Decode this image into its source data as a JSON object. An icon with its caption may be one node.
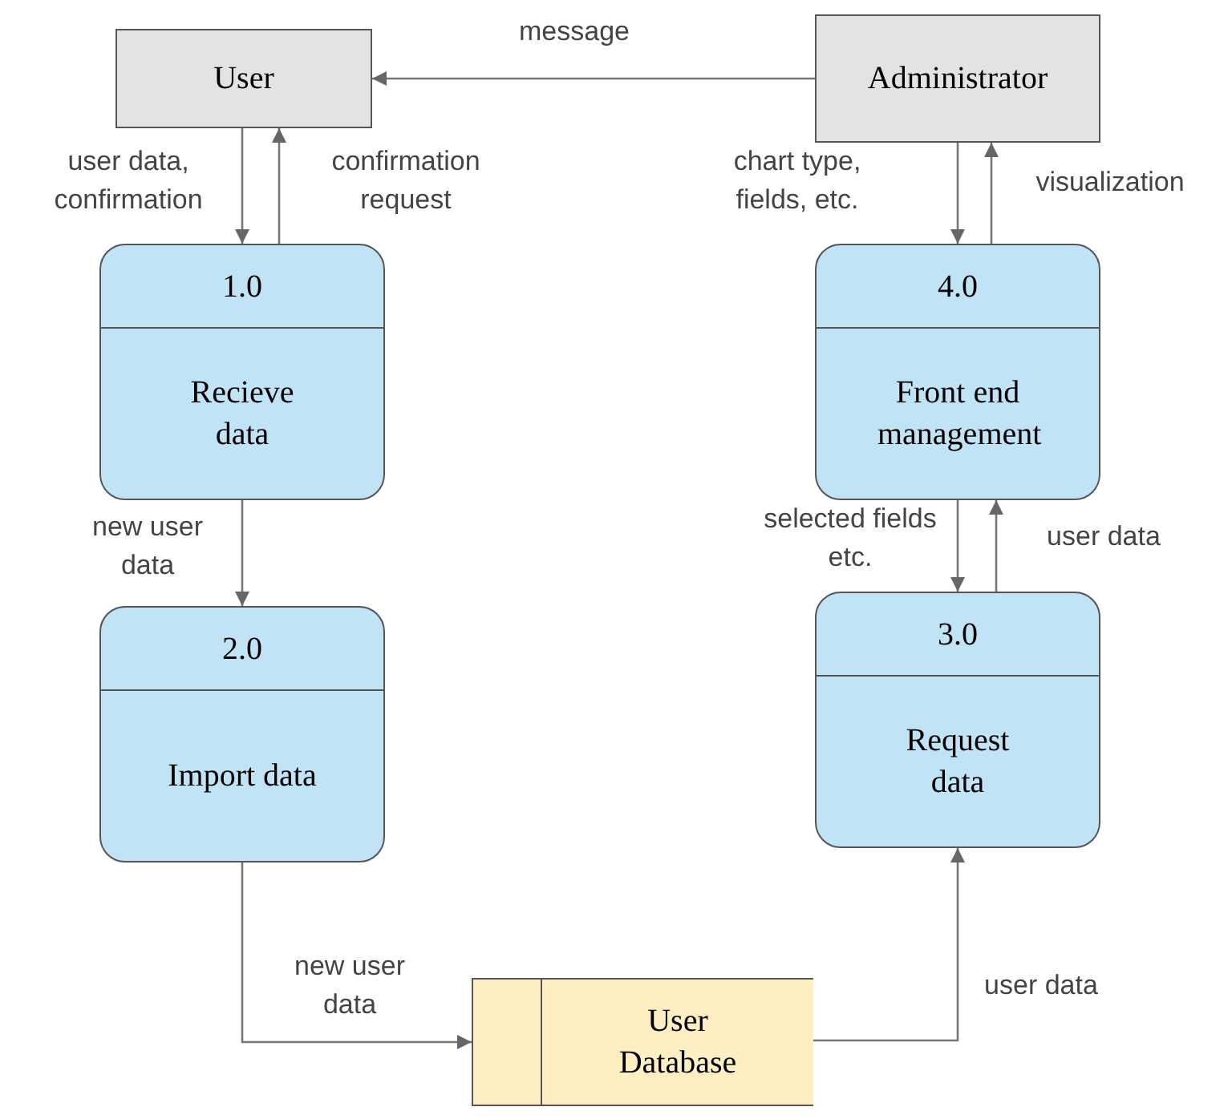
{
  "diagram": {
    "nodes": [
      {
        "text": [
          "User"
        ]
      },
      {
        "text": [
          "Administrator"
        ]
      },
      {
        "text": [
          "1.0",
          "Recieve data"
        ]
      },
      {
        "text": [
          "4.0",
          "Front end management"
        ]
      },
      {
        "text": [
          "2.0",
          "Import data"
        ]
      },
      {
        "text": [
          "3.0",
          "Request data"
        ]
      },
      {
        "text": [
          "User Database"
        ]
      }
    ],
    "edges": [
      {
        "from": 1,
        "to": 0,
        "arrow": "to",
        "label": "message"
      },
      {
        "from": 0,
        "to": 2,
        "arrow": "to",
        "label": "user data, confirmation"
      },
      {
        "from": 2,
        "to": 0,
        "arrow": "to",
        "label": "confirmation request"
      },
      {
        "from": 1,
        "to": 3,
        "arrow": "to",
        "label": "chart type, fields, etc."
      },
      {
        "from": 3,
        "to": 1,
        "arrow": "to",
        "label": "visualization"
      },
      {
        "from": 2,
        "to": 4,
        "arrow": "to",
        "label": "new user data"
      },
      {
        "from": 3,
        "to": 5,
        "arrow": "to",
        "label": "selected fields etc."
      },
      {
        "from": 5,
        "to": 3,
        "arrow": "to",
        "label": "user data"
      },
      {
        "from": 4,
        "to": 6,
        "arrow": "to",
        "label": "new user data"
      },
      {
        "from": 6,
        "to": 5,
        "arrow": "to",
        "label": "user data"
      }
    ]
  }
}
